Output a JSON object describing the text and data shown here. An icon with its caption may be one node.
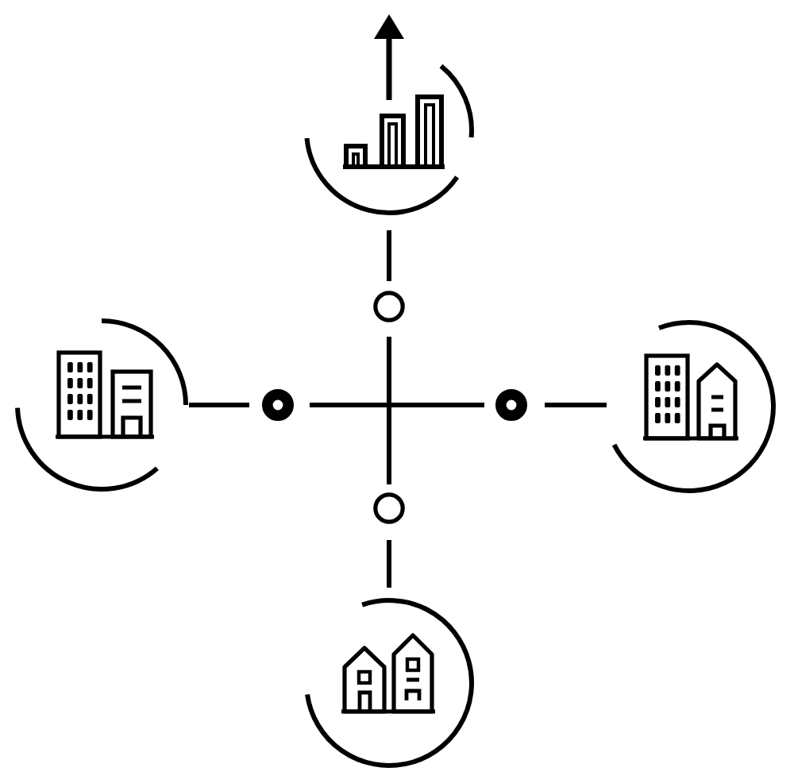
{
  "diagram": {
    "nodes": [
      {
        "text": [],
        "shape": "picture"
      },
      {
        "text": [],
        "shape": "circle"
      },
      {
        "text": [],
        "shape": "picture"
      },
      {
        "text": [],
        "shape": "circle"
      },
      {
        "text": [],
        "shape": "circle"
      },
      {
        "text": [],
        "shape": "picture"
      },
      {
        "text": [],
        "shape": "circle"
      },
      {
        "text": [],
        "shape": "picture"
      }
    ],
    "edges": [
      {
        "from": 0,
        "to": 1,
        "arrow": "none"
      },
      {
        "from": 1,
        "to": 6,
        "arrow": "none"
      },
      {
        "from": 3,
        "to": 4,
        "arrow": "none"
      },
      {
        "from": 2,
        "to": 3,
        "arrow": "none"
      },
      {
        "from": 4,
        "to": 5,
        "arrow": "none"
      },
      {
        "from": 6,
        "to": 7,
        "arrow": "none"
      }
    ]
  }
}
